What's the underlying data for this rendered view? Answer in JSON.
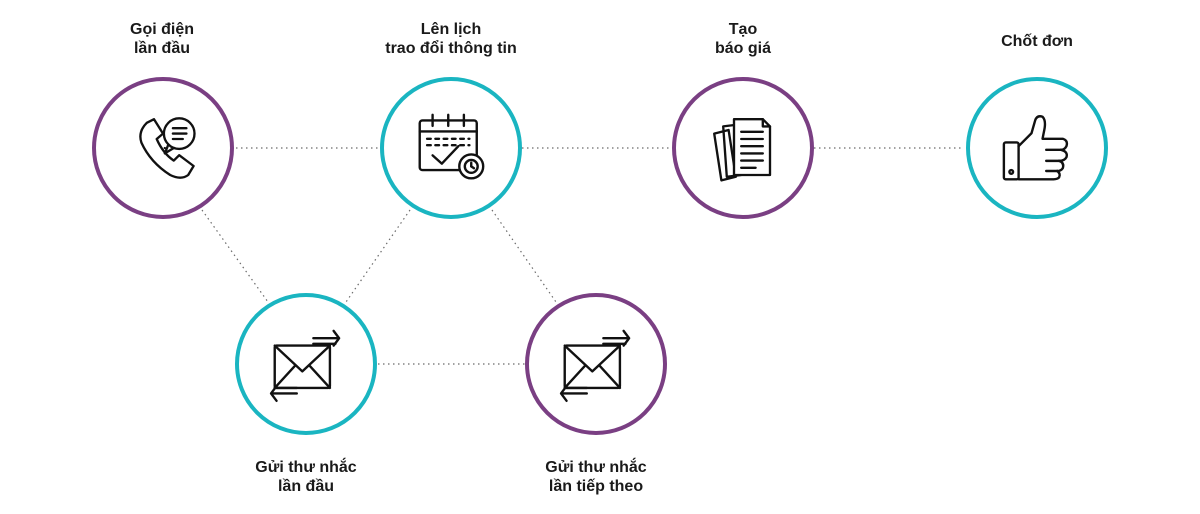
{
  "steps": [
    {
      "id": "first-call",
      "lines": [
        "Gọi điện",
        "lần đầu"
      ],
      "icon": "phone-chat-icon",
      "ring_color": "#7a3f83"
    },
    {
      "id": "schedule",
      "lines": [
        "Lên lịch",
        "trao đổi thông tin"
      ],
      "icon": "calendar-check-icon",
      "ring_color": "#1ab5c1"
    },
    {
      "id": "quote",
      "lines": [
        "Tạo",
        "báo giá"
      ],
      "icon": "documents-icon",
      "ring_color": "#7a3f83"
    },
    {
      "id": "close",
      "lines": [
        "Chốt đơn"
      ],
      "icon": "thumbs-up-icon",
      "ring_color": "#1ab5c1"
    },
    {
      "id": "reminder-first",
      "lines": [
        "Gửi thư nhắc",
        "lần đầu"
      ],
      "icon": "mail-exchange-icon",
      "ring_color": "#1ab5c1"
    },
    {
      "id": "reminder-next",
      "lines": [
        "Gửi thư nhắc",
        "lần tiếp theo"
      ],
      "icon": "mail-exchange-icon",
      "ring_color": "#7a3f83"
    }
  ]
}
